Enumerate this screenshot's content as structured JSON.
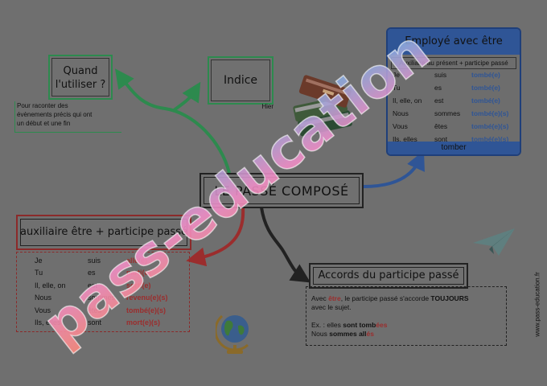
{
  "center": {
    "title": "LE PASSÉ COMPOSÉ"
  },
  "quand": {
    "title_line1": "Quand",
    "title_line2": "l'utiliser ?",
    "note_line1": "Pour raconter des",
    "note_line2": "évènements précis qui ont",
    "note_line3": "un début et une fin"
  },
  "indice": {
    "title": "Indice",
    "example": "Hier"
  },
  "emploi": {
    "title": "Employé avec être",
    "subtitle": "Auxiliaire au présent + participe passé",
    "footer": "tomber",
    "rows": [
      {
        "pronoun": "Je",
        "aux": "suis",
        "part": "tombé(e)"
      },
      {
        "pronoun": "Tu",
        "aux": "es",
        "part": "tombé(e)"
      },
      {
        "pronoun": "Il, elle, on",
        "aux": "est",
        "part": "tombé(e)"
      },
      {
        "pronoun": "Nous",
        "aux": "sommes",
        "part": "tombé(e)(s)"
      },
      {
        "pronoun": "Vous",
        "aux": "êtes",
        "part": "tombé(e)(s)"
      },
      {
        "pronoun": "Ils, elles",
        "aux": "sont",
        "part": "tombé(e)(s)"
      }
    ]
  },
  "aux": {
    "title": "auxiliaire être + participe passé",
    "rows": [
      {
        "pronoun": "Je",
        "aux": "suis",
        "part": "allé(e)"
      },
      {
        "pronoun": "Tu",
        "aux": "es",
        "part": "parti(e)"
      },
      {
        "pronoun": "Il, elle, on",
        "aux": "est",
        "part": "sorti(e)"
      },
      {
        "pronoun": "Nous",
        "aux": "sommes",
        "part": "revenu(e)(s)"
      },
      {
        "pronoun": "Vous",
        "aux": "êtes",
        "part": "tombé(e)(s)"
      },
      {
        "pronoun": "Ils, elles",
        "aux": "sont",
        "part": "mort(e)(s)"
      }
    ]
  },
  "accord": {
    "title": "Accords du participe passé",
    "l1_a": "Avec ",
    "l1_b": "être",
    "l1_c": ", le participe passé s'accorde ",
    "l1_d": "TOUJOURS",
    "l2": "avec le sujet.",
    "l3_a": "Ex. : elles ",
    "l3_b": "sont tomb",
    "l3_c": "ées",
    "l4_a": "Nous ",
    "l4_b": "sommes all",
    "l4_c": "és"
  },
  "site": "www.pass-education.fr",
  "watermark": "pass-education",
  "icons": {
    "books": "books-icon",
    "globe": "globe-icon",
    "plane": "paper-plane-icon"
  },
  "colors": {
    "green": "#2d8a4e",
    "blue": "#2f5596",
    "red": "#9b2d2d"
  }
}
